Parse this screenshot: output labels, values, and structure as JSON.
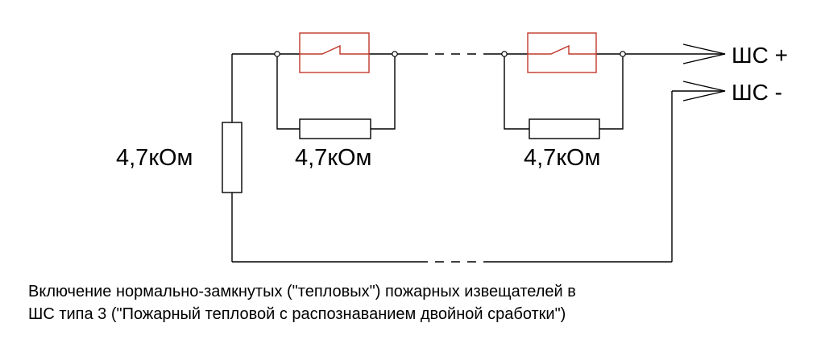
{
  "colors": {
    "line": "#000000",
    "detector": "#c0392b",
    "background": "#ffffff"
  },
  "labels": {
    "rail_resistor": "4,7кОм",
    "detector1_resistor": "4,7кОм",
    "detector2_resistor": "4,7кОм",
    "terminal_plus": "ШС +",
    "terminal_minus": "ШС -"
  },
  "caption": {
    "line1": "Включение нормально-замкнутых (\"тепловых\") пожарных извещателей в",
    "line2": "ШС типа 3 (\"Пожарный тепловой с распознаванием двойной сработки\")"
  }
}
